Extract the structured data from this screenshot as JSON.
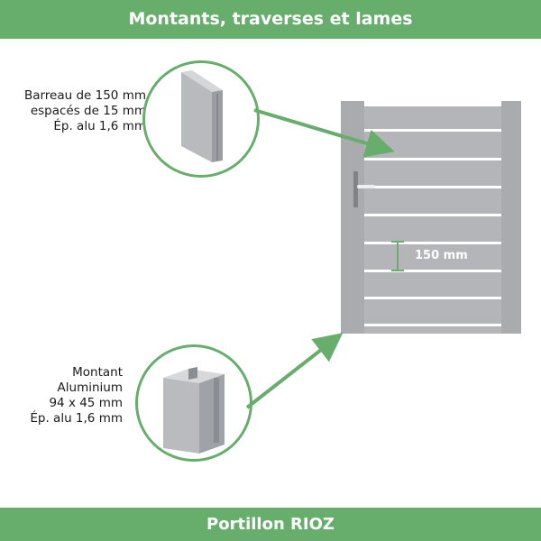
{
  "header": {
    "title": "Montants, traverses et lames"
  },
  "footer": {
    "title": "Portillon RIOZ"
  },
  "callout_slat": {
    "lines": [
      "Barreau de 150 mm",
      "espacés de 15 mm",
      "Ép. alu 1,6 mm"
    ],
    "icon": "slat-profile-icon"
  },
  "callout_post": {
    "lines": [
      "Montant",
      "Aluminium",
      "94 x 45 mm",
      "Ép. alu 1,6 mm"
    ],
    "icon": "post-profile-icon"
  },
  "dimension": {
    "label": "150 mm"
  },
  "colors": {
    "accent": "#67ad6c",
    "gate": "#a9abae",
    "gap": "#ffffff"
  }
}
